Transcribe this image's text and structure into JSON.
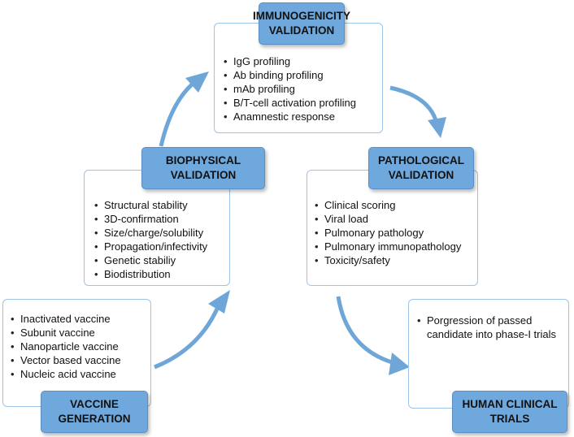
{
  "colors": {
    "label_fill": "#6fa8dc",
    "box_border": "#9dc3e6",
    "arrow": "#6ea6d8"
  },
  "immunogenicity": {
    "title_line1": "IMMUNOGENICITY",
    "title_line2": "VALIDATION",
    "items": [
      "IgG profiling",
      "Ab binding profiling",
      "mAb profiling",
      "B/T-cell activation profiling",
      "Anamnestic response"
    ]
  },
  "biophysical": {
    "title_line1": "BIOPHYSICAL",
    "title_line2": "VALIDATION",
    "items": [
      "Structural stability",
      "3D-confirmation",
      "Size/charge/solubility",
      "Propagation/infectivity",
      "Genetic stabiliy",
      "Biodistribution"
    ]
  },
  "pathological": {
    "title_line1": "PATHOLOGICAL",
    "title_line2": "VALIDATION",
    "items": [
      "Clinical scoring",
      "Viral load",
      "Pulmonary pathology",
      "Pulmonary immunopathology",
      "Toxicity/safety"
    ]
  },
  "vaccine": {
    "title_line1": "VACCINE",
    "title_line2": "GENERATION",
    "items": [
      "Inactivated vaccine",
      "Subunit vaccine",
      "Nanoparticle vaccine",
      "Vector based vaccine",
      "Nucleic acid vaccine"
    ]
  },
  "human": {
    "title_line1": "HUMAN CLINICAL",
    "title_line2": "TRIALS",
    "items": [
      "Porgression of passed candidate into phase-I trials"
    ]
  }
}
